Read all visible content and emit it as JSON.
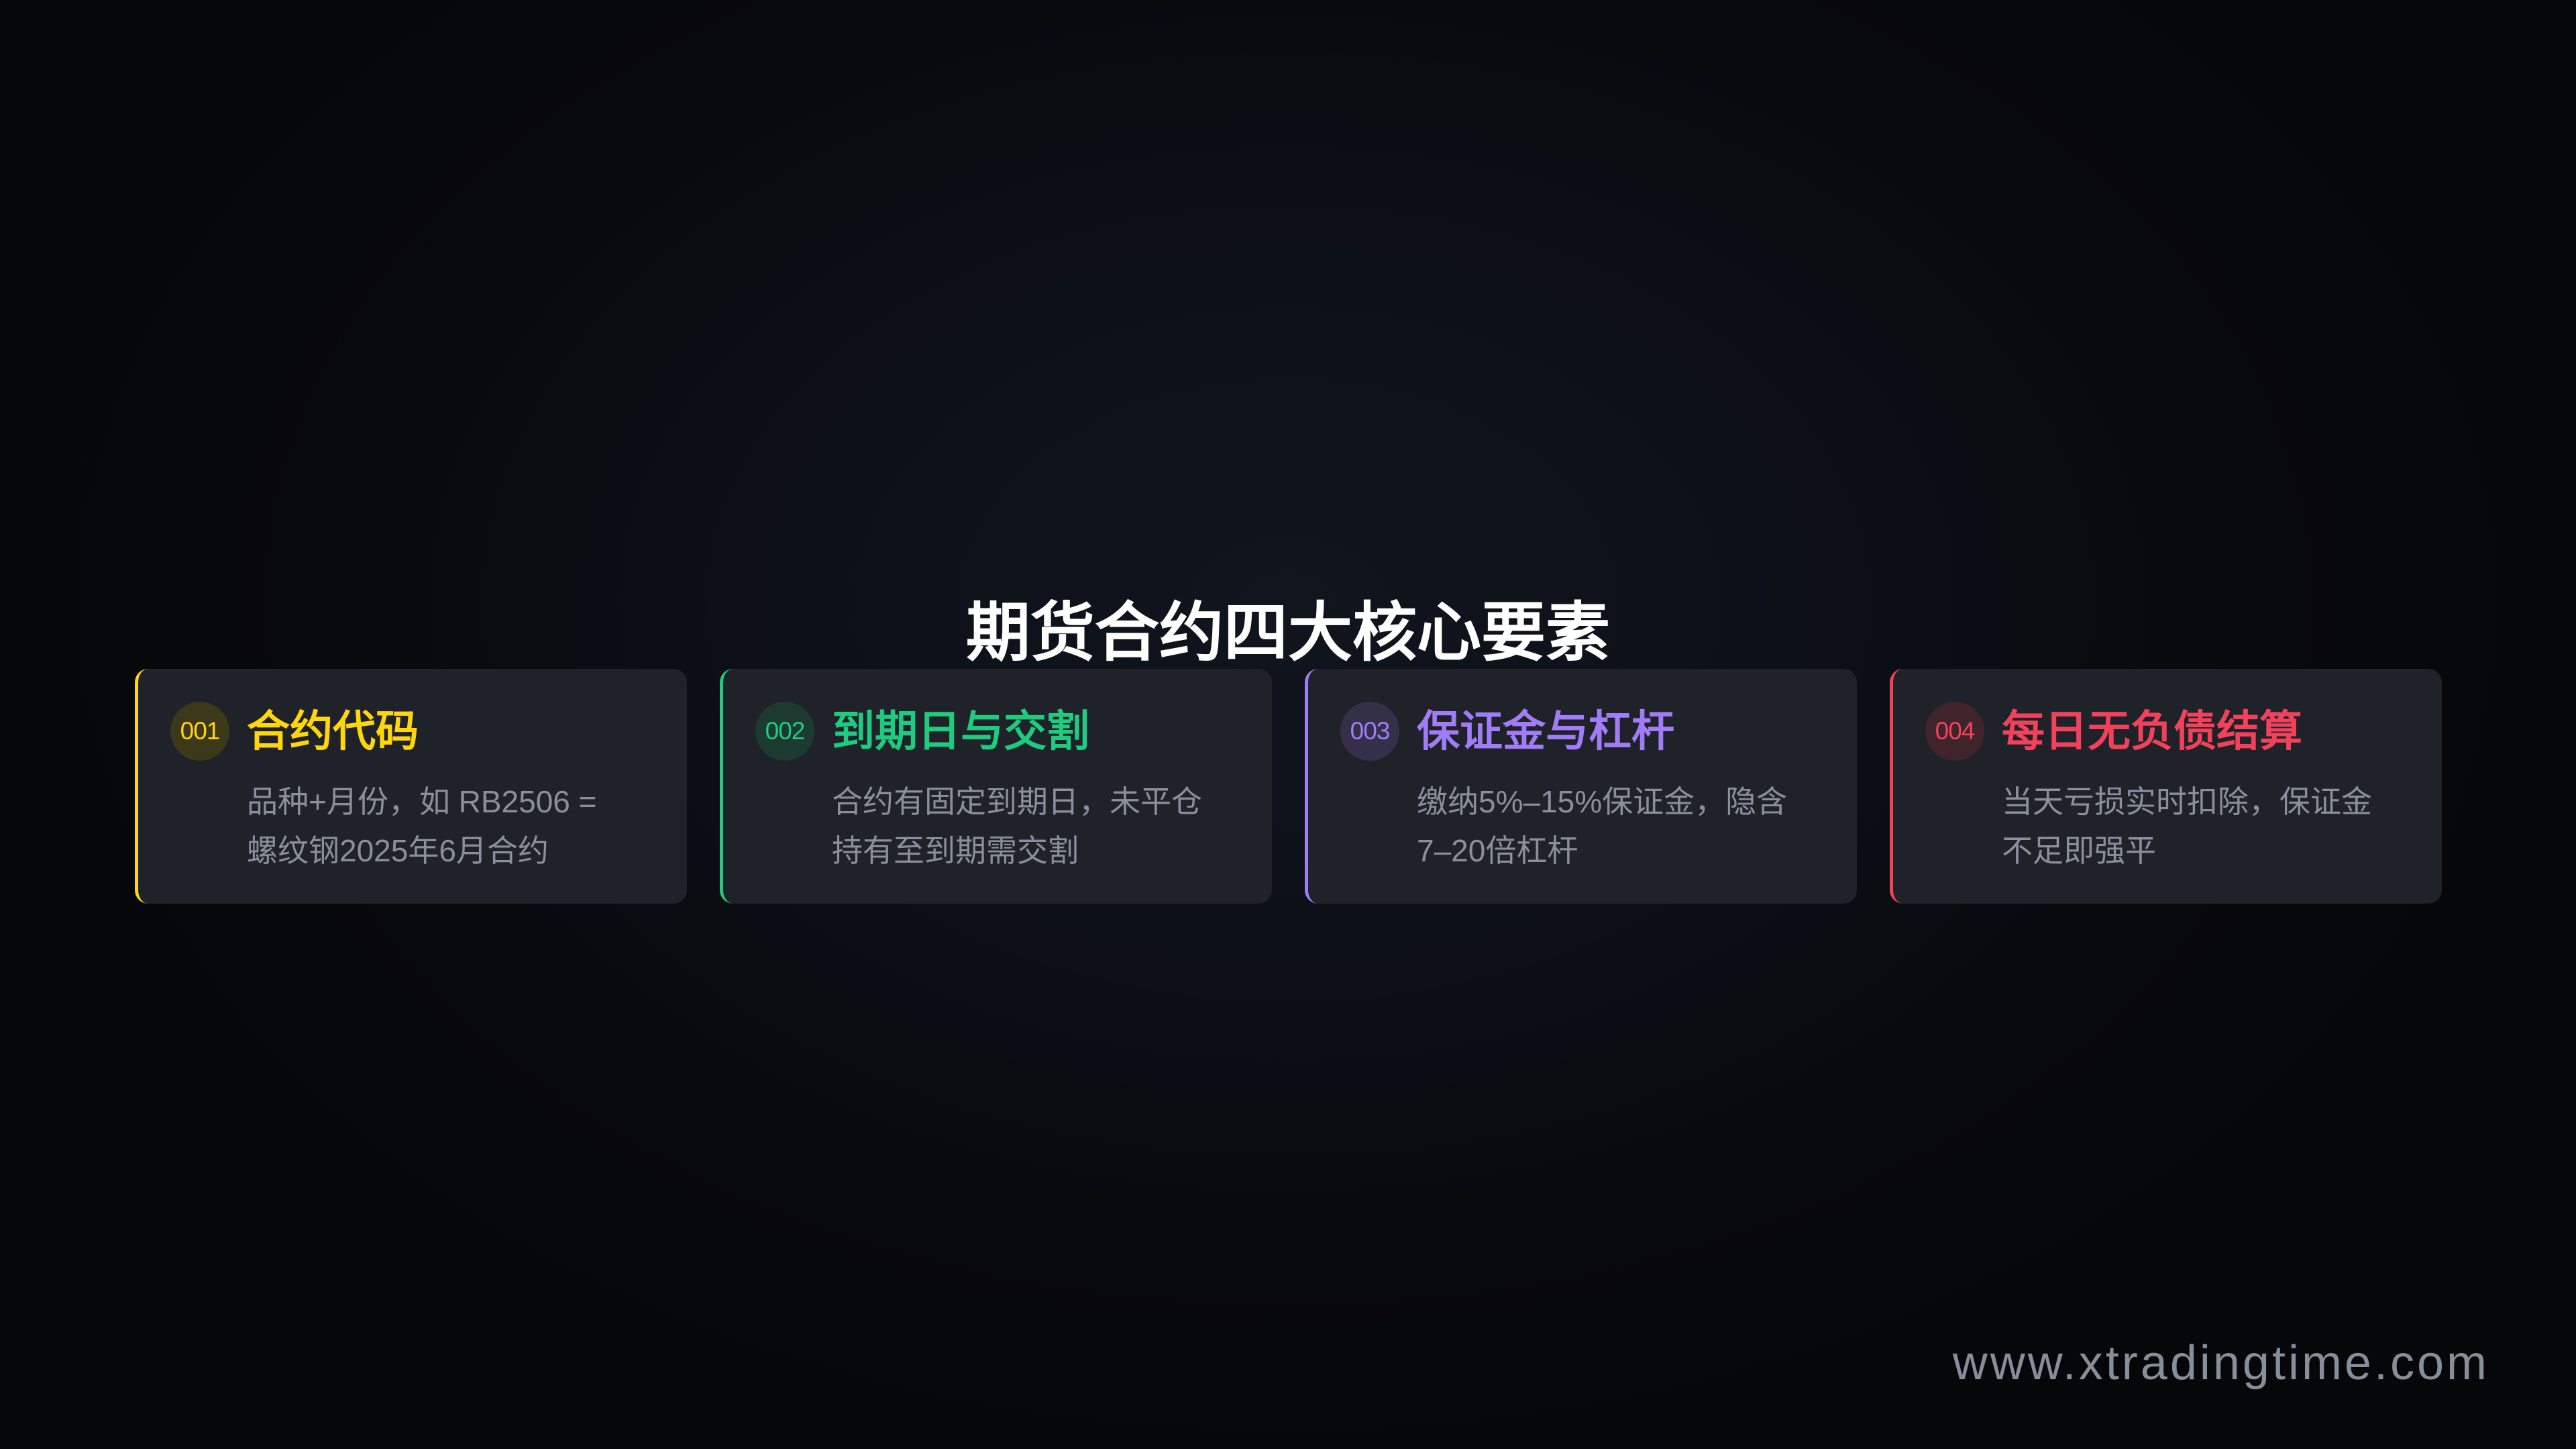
{
  "page": {
    "title": "期货合约四大核心要素",
    "footer_url": "www.xtradingtime.com"
  },
  "cards": [
    {
      "number": "001",
      "title": "合约代码",
      "desc_lines": [
        "品种+月份，如 RB2506 =",
        "螺纹钢2025年6月合约"
      ],
      "accent": "#ffd60a",
      "badge_bg": "#3d3819"
    },
    {
      "number": "002",
      "title": "到期日与交割",
      "desc_lines": [
        "合约有固定到期日，未平仓",
        "持有至到期需交割"
      ],
      "accent": "#1ecb7f",
      "badge_bg": "#1d3a31"
    },
    {
      "number": "003",
      "title": "保证金与杠杆",
      "desc_lines": [
        "缴纳5%–15%保证金，隐含",
        "7–20倍杠杆"
      ],
      "accent": "#a07cf6",
      "badge_bg": "#34304a"
    },
    {
      "number": "004",
      "title": "每日无负债结算",
      "desc_lines": [
        "当天亏损实时扣除，保证金",
        "不足即强平"
      ],
      "accent": "#f2425b",
      "badge_bg": "#3f242c"
    }
  ],
  "colors": {
    "background": "#0b0e14",
    "card_bg": "#1f2229",
    "title": "#ffffff",
    "desc_text": "#8a909b",
    "footer_text": "#878d99"
  }
}
